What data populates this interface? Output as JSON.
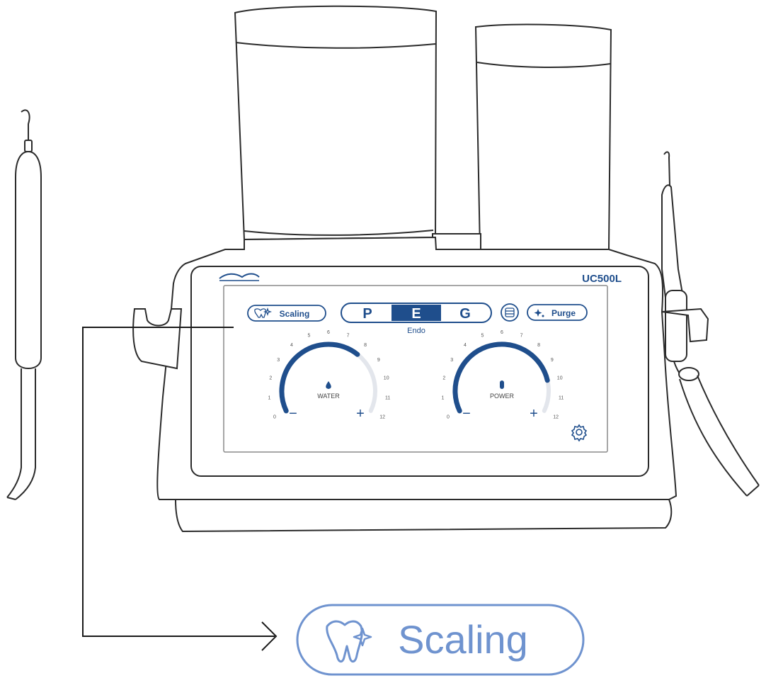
{
  "device": {
    "model": "UC500L",
    "brand_logo_alt": "brand-logo"
  },
  "screen": {
    "scaling_button": "Scaling",
    "modes": [
      "P",
      "E",
      "G"
    ],
    "active_mode_index": 1,
    "active_mode_caption": "Endo",
    "purge_button": "Purge",
    "water_dial": {
      "label": "WATER",
      "minus": "−",
      "plus": "+",
      "ticks": [
        "0",
        "1",
        "2",
        "3",
        "4",
        "5",
        "6",
        "7",
        "8",
        "9",
        "10",
        "11",
        "12"
      ],
      "level": 8
    },
    "power_dial": {
      "label": "POWER",
      "minus": "−",
      "plus": "+",
      "ticks": [
        "0",
        "1",
        "2",
        "3",
        "4",
        "5",
        "6",
        "7",
        "8",
        "9",
        "10",
        "11",
        "12"
      ],
      "level": 10
    }
  },
  "callout": {
    "label": "Scaling"
  },
  "colors": {
    "accent": "#1f4e8c",
    "callout": "#6f93cf",
    "line": "#2b2b2b"
  }
}
